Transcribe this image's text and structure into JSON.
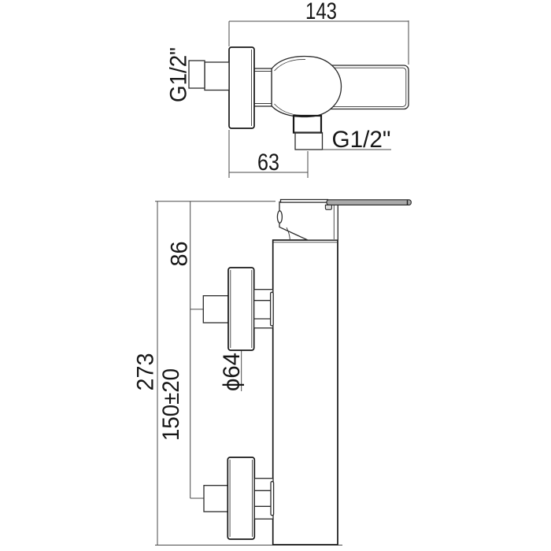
{
  "drawing": {
    "top_view": {
      "dim_width": "143",
      "inlet_thread_label": "G1/2\"",
      "outlet_thread_label": "G1/2\"",
      "dim_outlet_offset": "63"
    },
    "front_view": {
      "dim_top_to_inlet_center": "86",
      "dim_overall_height": "273",
      "dim_inlet_center_spacing": "150±20",
      "dim_flange_diameter": "ϕ64"
    },
    "colors": {
      "line": "#2b2b2b",
      "dimension_line": "#4a4a4a",
      "text": "#161616",
      "lever_fill": "#a9a9a9",
      "background": "#ffffff"
    }
  }
}
